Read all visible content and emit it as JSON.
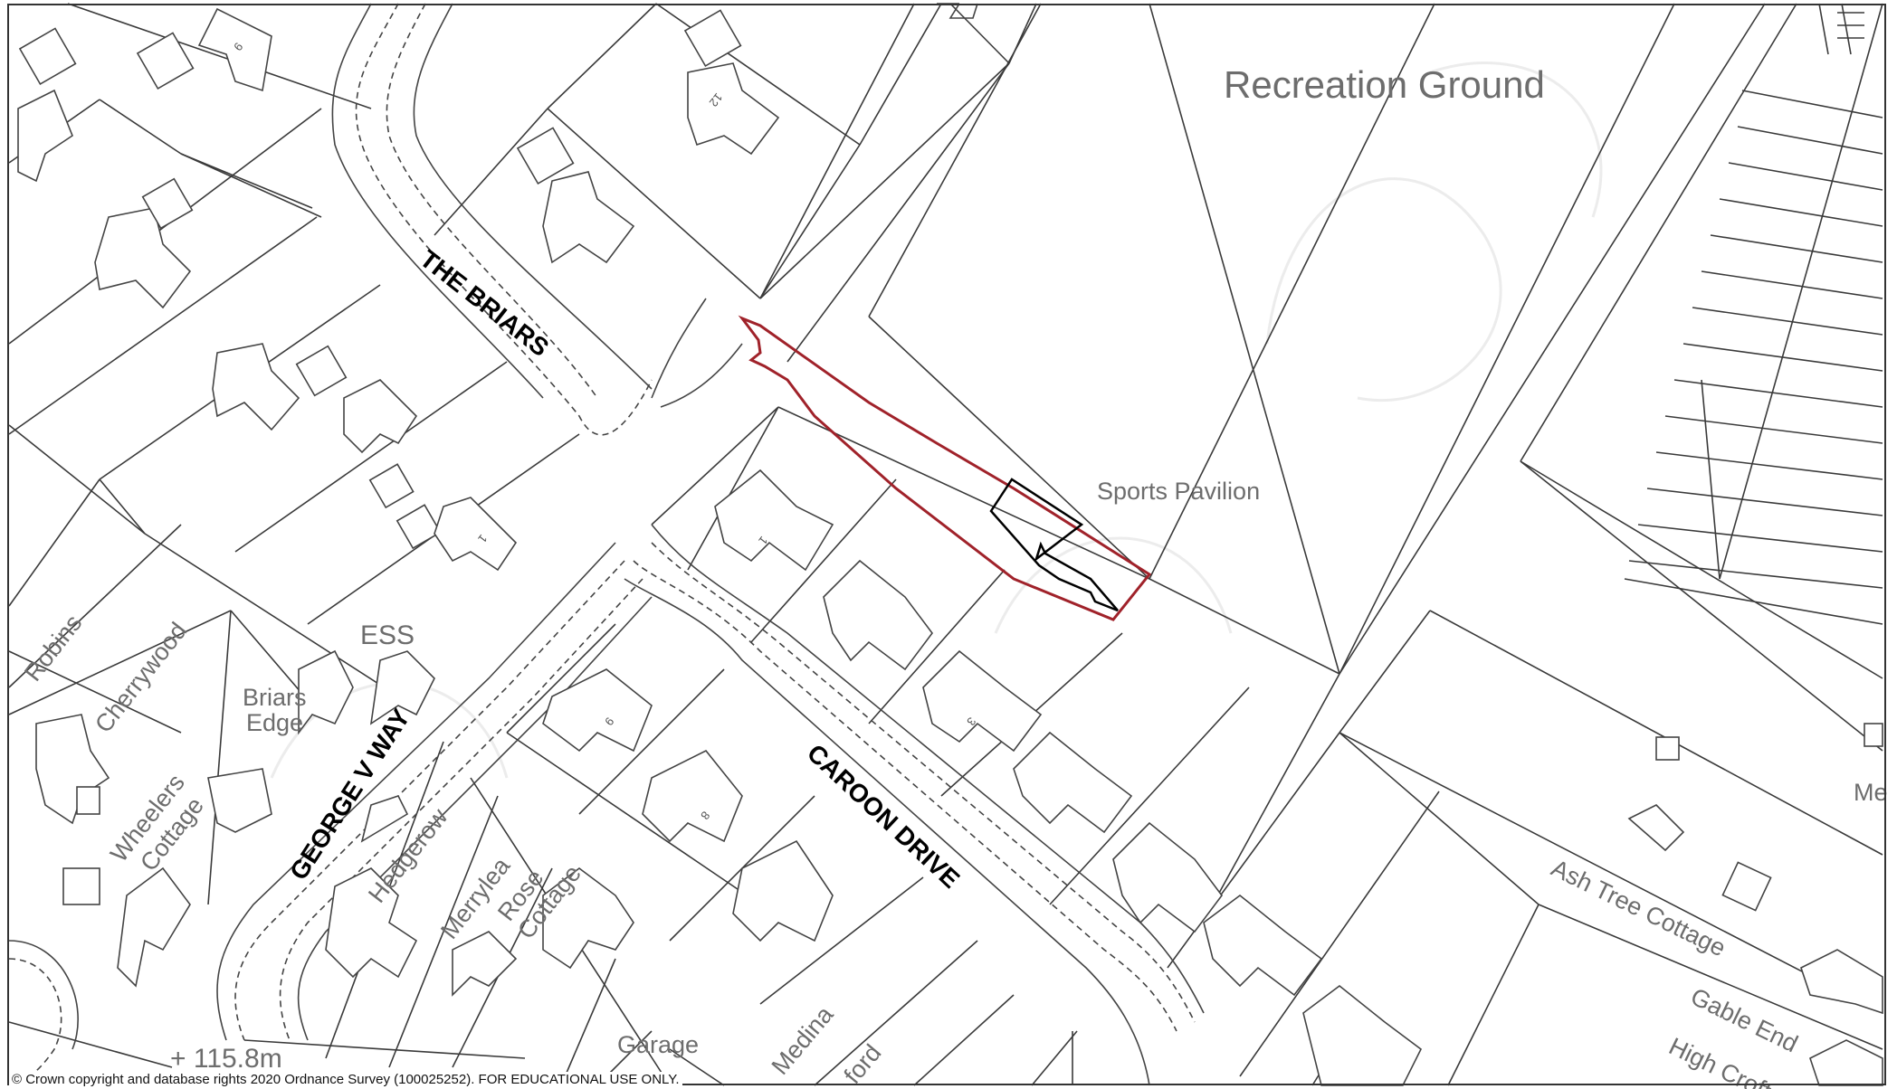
{
  "map": {
    "areas": {
      "recreation_ground": "Recreation Ground",
      "sports_pavilion": "Sports Pavilion",
      "ess": "ESS",
      "spot_height": "+ 115.8m"
    },
    "roads": {
      "the_briars": "THE BRIARS",
      "caroon_drive": "CAROON DRIVE",
      "george_v_way": "GEORGE V WAY"
    },
    "properties": {
      "robins": "Robins",
      "cherrywood": "Cherrywood",
      "briars": "Briars",
      "edge": "Edge",
      "wheelers": "Wheelers",
      "cottage": "Cottage",
      "hedgerow": "Hedgerow",
      "merrylea": "Merrylea",
      "rose": "Rose",
      "rose_cottage": "Cottage",
      "garage": "Garage",
      "medina": "Medina",
      "ford": "ford",
      "ash_tree_cottage": "Ash Tree Cottage",
      "gable_end": "Gable End",
      "high_croft": "High Croft",
      "me": "Me"
    },
    "house_numbers": {
      "n9_top": "9",
      "n12": "12",
      "n1_briars": "1",
      "n1_caroon": "1",
      "n3": "3",
      "n9": "9",
      "n8": "8"
    },
    "colors": {
      "site_boundary": "#a0222a",
      "building_outline": "#000000",
      "label": "#6d6d6d"
    }
  },
  "footer": {
    "copyright": "© Crown copyright and database rights 2020 Ordnance Survey (100025252). FOR EDUCATIONAL USE ONLY."
  }
}
